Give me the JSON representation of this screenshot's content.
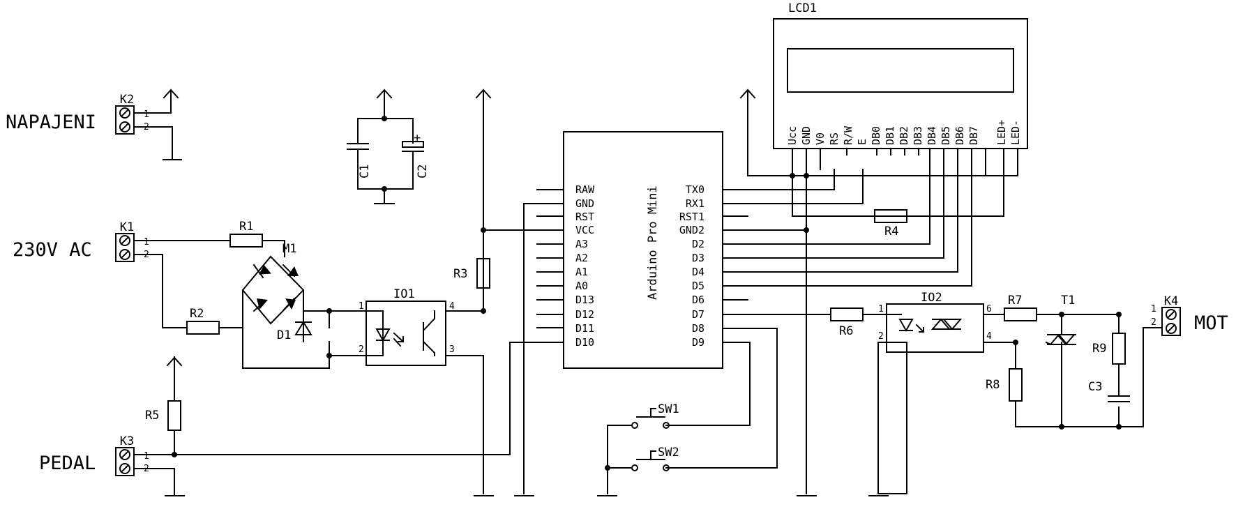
{
  "connectors": {
    "k2": {
      "ref": "K2",
      "label": "NAPAJENI",
      "pins": [
        "1",
        "2"
      ]
    },
    "k1": {
      "ref": "K1",
      "label": "230V AC",
      "pins": [
        "1",
        "2"
      ]
    },
    "k3": {
      "ref": "K3",
      "label": "PEDAL",
      "pins": [
        "1",
        "2"
      ]
    },
    "k4": {
      "ref": "K4",
      "label": "MOT",
      "pins": [
        "1",
        "2"
      ]
    }
  },
  "components": {
    "r1": "R1",
    "r2": "R2",
    "r3": "R3",
    "r4": "R4",
    "r5": "R5",
    "r6": "R6",
    "r7": "R7",
    "r8": "R8",
    "r9": "R9",
    "c1": "C1",
    "c2": "C2",
    "c2_polarity": "+",
    "c3": "C3",
    "m1": "M1",
    "d1": "D1",
    "t1": "T1",
    "sw1": "SW1",
    "sw2": "SW2"
  },
  "io1": {
    "ref": "IO1",
    "pins": [
      "1",
      "2",
      "4",
      "3"
    ]
  },
  "io2": {
    "ref": "IO2",
    "pins": [
      "1",
      "2",
      "6",
      "4"
    ]
  },
  "arduino": {
    "name": "Arduino Pro Mini",
    "left_pins": [
      "RAW",
      "GND",
      "RST",
      "VCC",
      "A3",
      "A2",
      "A1",
      "A0",
      "D13",
      "D12",
      "D11",
      "D10"
    ],
    "right_pins": [
      "TX0",
      "RX1",
      "RST1",
      "GND2",
      "D2",
      "D3",
      "D4",
      "D5",
      "D6",
      "D7",
      "D8",
      "D9"
    ]
  },
  "lcd": {
    "ref": "LCD1",
    "pins": [
      "Ucc",
      "GND",
      "V0",
      "RS",
      "R/W",
      "E",
      "DB0",
      "DB1",
      "DB2",
      "DB3",
      "DB4",
      "DB5",
      "DB6",
      "DB7",
      "LED+",
      "LED-"
    ]
  }
}
